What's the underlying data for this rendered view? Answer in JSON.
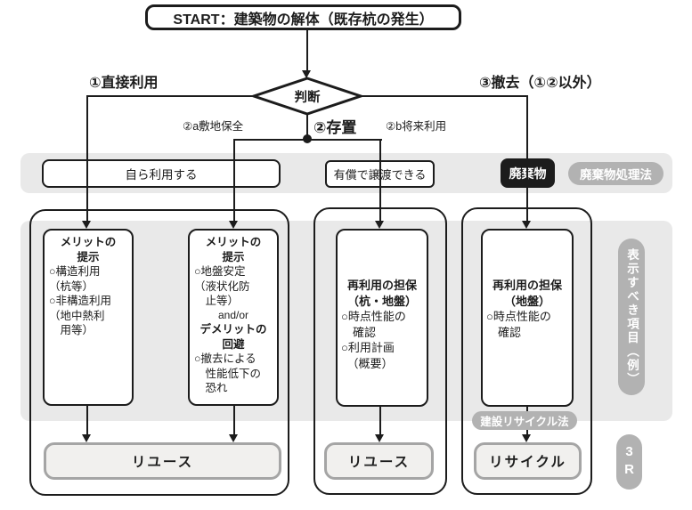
{
  "start": {
    "label": "START：建築物の解体（既存杭の発生）"
  },
  "decision": {
    "label": "判断"
  },
  "branches": {
    "direct_use": "①直接利用",
    "leave": "②存置",
    "leave_a": "②a敷地保全",
    "leave_b": "②b将来利用",
    "removal": "③撤去（①②以外）"
  },
  "band": {
    "self_use": "自ら利用する",
    "transfer": "有償で譲渡できる",
    "waste": "廃棄物",
    "waste_law": "廃棄物処理法"
  },
  "items": {
    "merit1": {
      "title": "メリットの\n提示",
      "body": "○構造利用\n（杭等）\n○非構造利用\n（地中熱利\n　用等）"
    },
    "merit2": {
      "title": "メリットの\n提示",
      "body": "○地盤安定\n（液状化防\n　止等）",
      "andor": "and/or",
      "title2": "デメリットの\n回避",
      "body2": "○撤去による\n　性能低下の\n　恐れ"
    },
    "assurance_pile_ground": {
      "title": "再利用の担保\n（杭・地盤）",
      "body": "○時点性能の\n　確認\n○利用計画\n　（概要）"
    },
    "assurance_ground": {
      "title": "再利用の担保\n（地盤）",
      "body": "○時点性能の\n　確認"
    }
  },
  "results": {
    "reuse1": "リユース",
    "reuse2": "リユース",
    "recycle": "リサイクル"
  },
  "side": {
    "display_items": "表示すべき項目（例）",
    "recycle_law": "建設リサイクル法",
    "three_r": "3R"
  }
}
